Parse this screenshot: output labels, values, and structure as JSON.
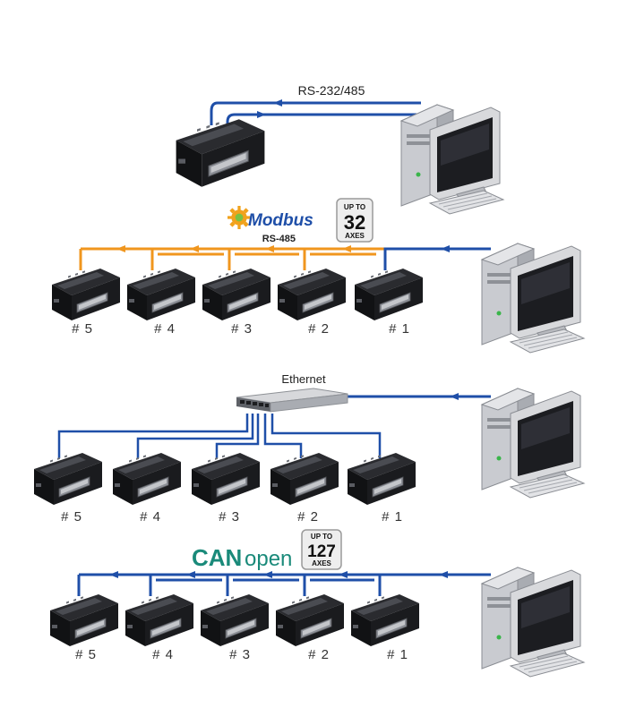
{
  "rs232": {
    "label": "RS-232/485"
  },
  "modbus": {
    "logo_text": "Modbus",
    "sub_label": "RS-485",
    "badge_top": "UP TO",
    "badge_value": "32",
    "badge_bottom": "AXES",
    "color": "#f0961e"
  },
  "ethernet": {
    "label": "Ethernet"
  },
  "canopen": {
    "logo_can": "CAN",
    "logo_open": "open",
    "badge_top": "UP TO",
    "badge_value": "127",
    "badge_bottom": "AXES",
    "color": "#1a8a7a"
  },
  "drive_labels": [
    "# 5",
    "# 4",
    "# 3",
    "# 2",
    "# 1"
  ],
  "colors": {
    "bus": "#1f4fa8",
    "modbus_line": "#f0961e"
  },
  "icons": [
    "computer-icon",
    "servo-drive-icon",
    "ethernet-switch-icon",
    "modbus-logo-icon"
  ]
}
